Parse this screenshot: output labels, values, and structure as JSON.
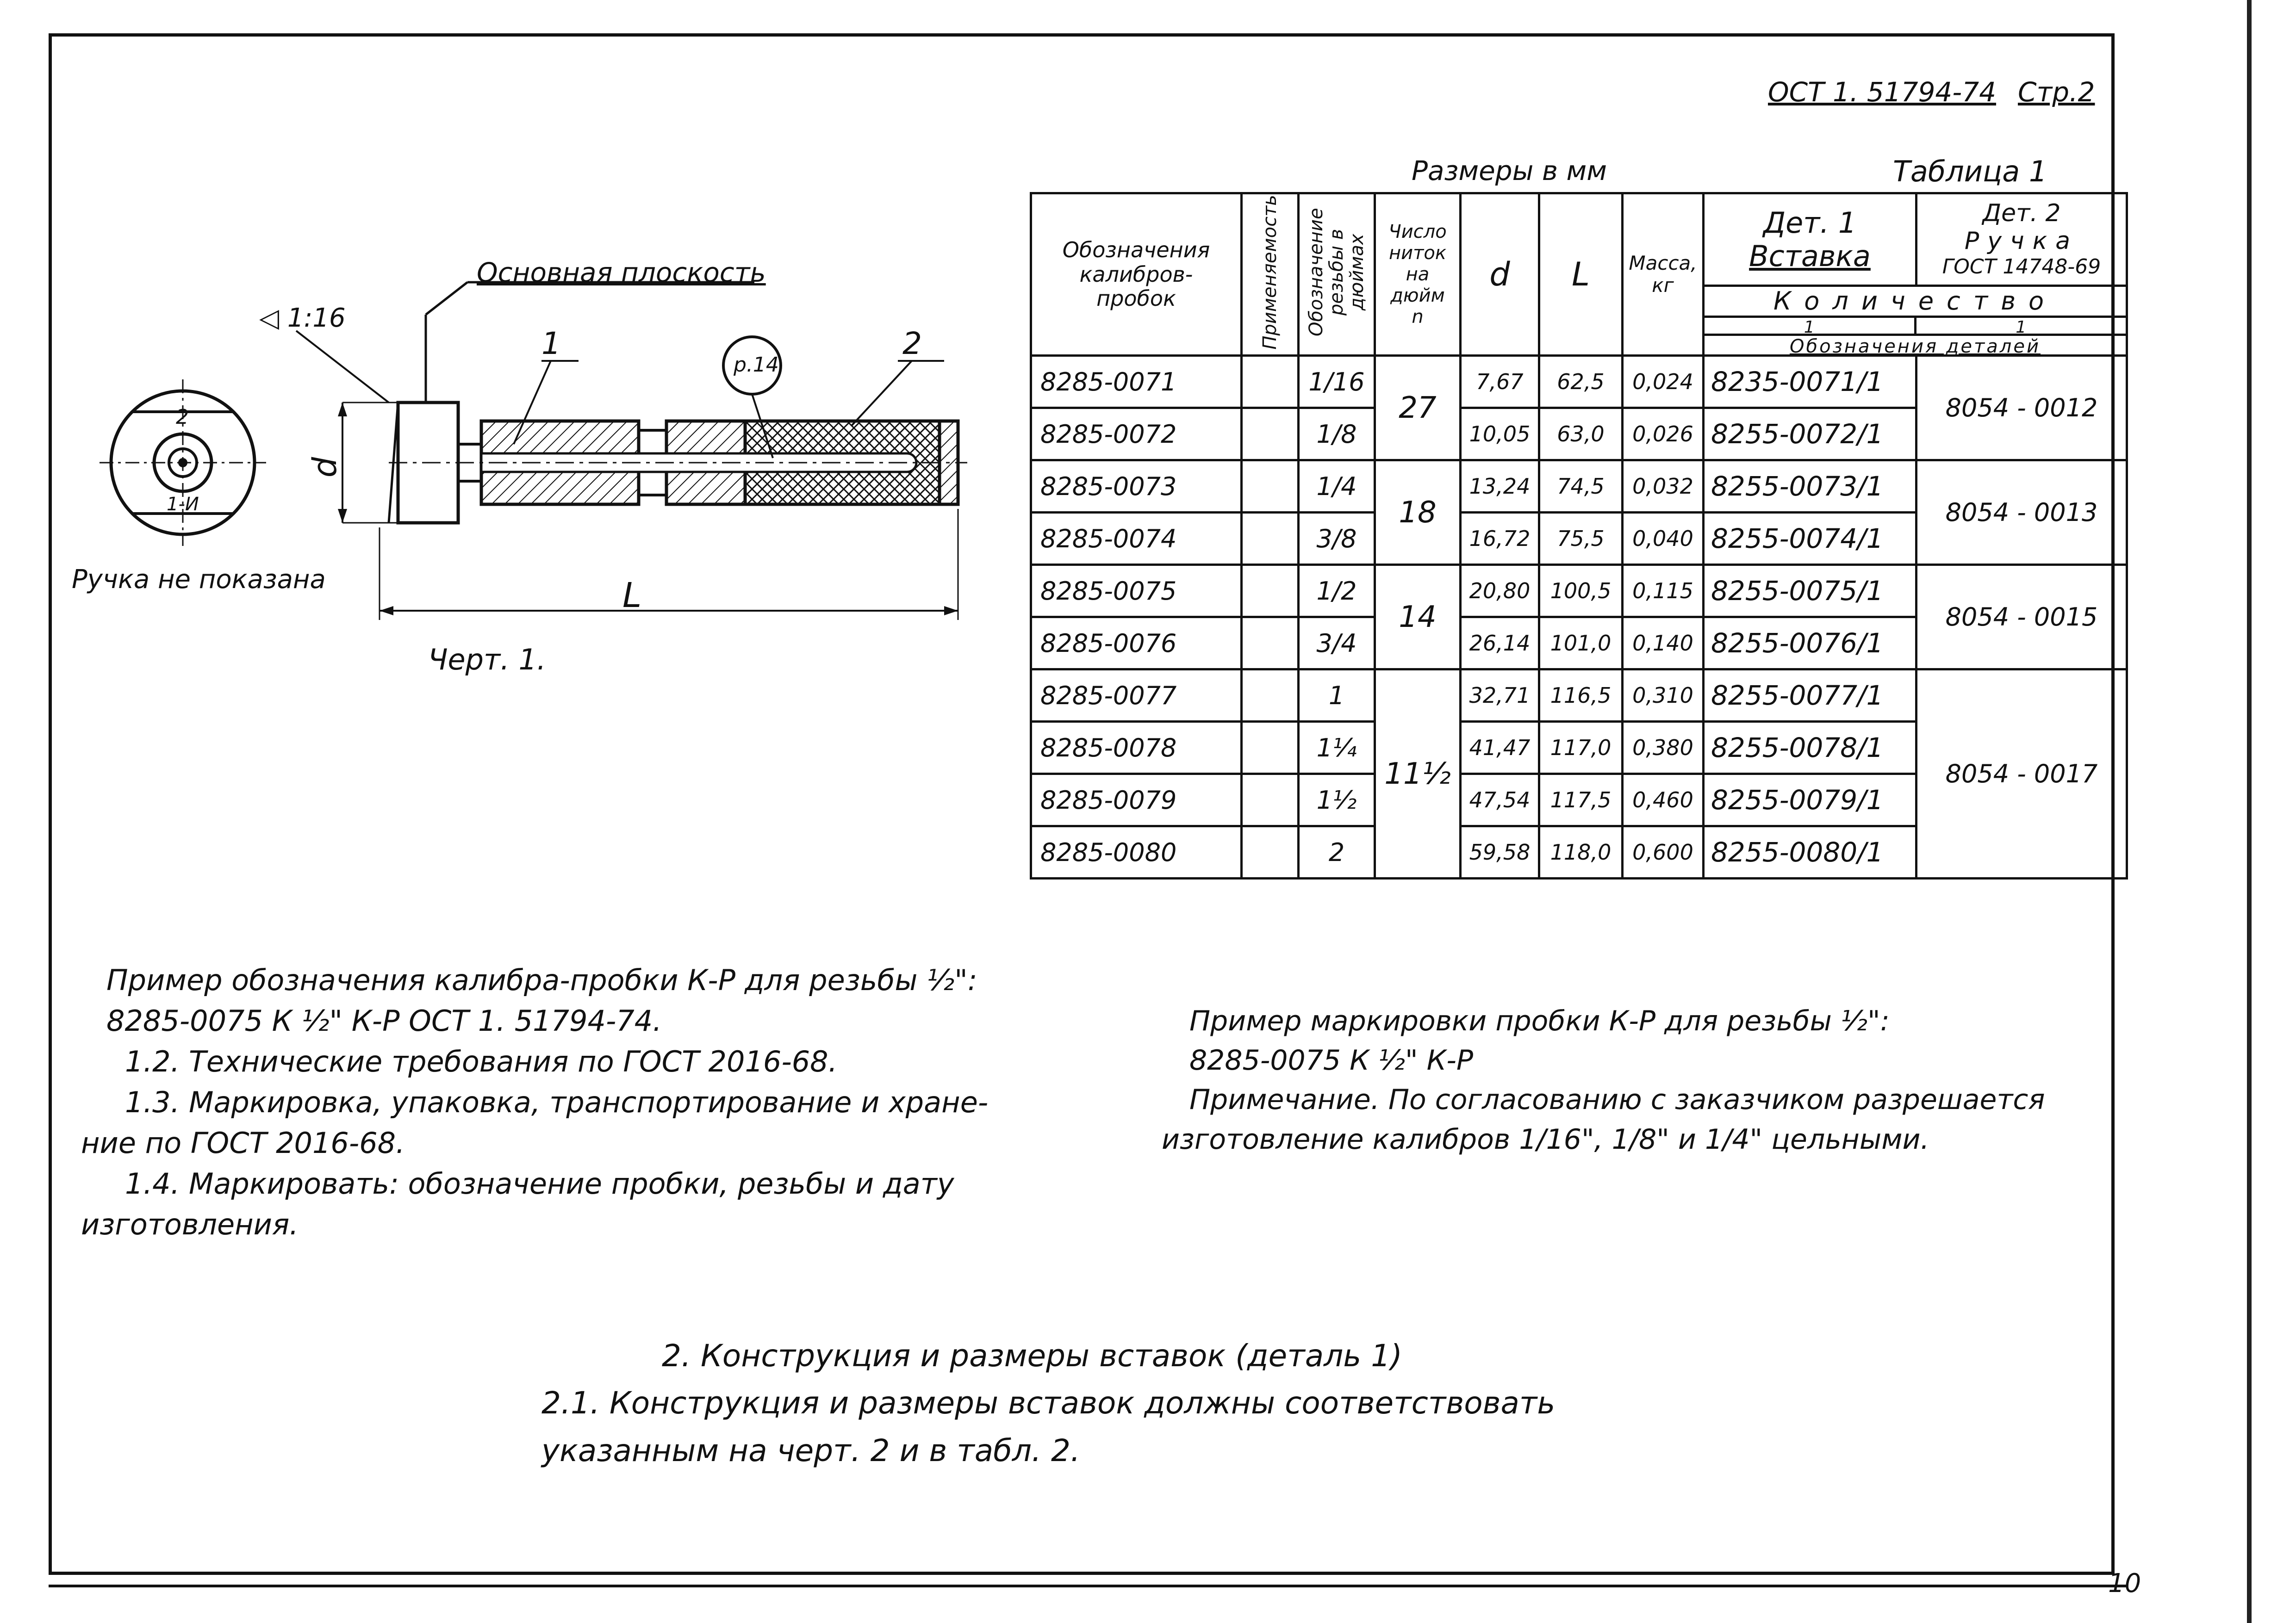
{
  "header": {
    "doc_code": "ОСТ 1. 51794-74",
    "page_label": "Стр.2"
  },
  "table_title": {
    "units": "Размеры в мм",
    "table_number": "Таблица 1"
  },
  "table": {
    "headers": {
      "designation": "Обозначения калибров-пробок",
      "applicability": "Применяемость",
      "thread_designation": "Обозначение резьбы в дюймах",
      "threads_per_inch": "Число ниток на дюйм n",
      "d": "d",
      "L": "L",
      "mass": "Масса, кг",
      "det1": "Дет. 1",
      "det1_name": "Вставка",
      "det2": "Дет. 2",
      "det2_name": "Ручка",
      "det2_std": "ГОСТ 14748-69",
      "quantity": "Количество",
      "qty1": "1",
      "qty2": "1",
      "parts_designation": "Обозначения деталей"
    },
    "rows": [
      {
        "code": "8285-0071",
        "thread": "1/16",
        "n": "27",
        "d": "7,67",
        "L": "62,5",
        "mass": "0,024",
        "det1": "8235-0071/1",
        "det2": "8054 - 0012"
      },
      {
        "code": "8285-0072",
        "thread": "1/8",
        "n": "",
        "d": "10,05",
        "L": "63,0",
        "mass": "0,026",
        "det1": "8255-0072/1",
        "det2": ""
      },
      {
        "code": "8285-0073",
        "thread": "1/4",
        "n": "18",
        "d": "13,24",
        "L": "74,5",
        "mass": "0,032",
        "det1": "8255-0073/1",
        "det2": "8054 - 0013"
      },
      {
        "code": "8285-0074",
        "thread": "3/8",
        "n": "",
        "d": "16,72",
        "L": "75,5",
        "mass": "0,040",
        "det1": "8255-0074/1",
        "det2": ""
      },
      {
        "code": "8285-0075",
        "thread": "1/2",
        "n": "14",
        "d": "20,80",
        "L": "100,5",
        "mass": "0,115",
        "det1": "8255-0075/1",
        "det2": "8054 - 0015"
      },
      {
        "code": "8285-0076",
        "thread": "3/4",
        "n": "",
        "d": "26,14",
        "L": "101,0",
        "mass": "0,140",
        "det1": "8255-0076/1",
        "det2": ""
      },
      {
        "code": "8285-0077",
        "thread": "1",
        "n": "11½",
        "d": "32,71",
        "L": "116,5",
        "mass": "0,310",
        "det1": "8255-0077/1",
        "det2": "8054 - 0017"
      },
      {
        "code": "8285-0078",
        "thread": "1¼",
        "n": "",
        "d": "41,47",
        "L": "117,0",
        "mass": "0,380",
        "det1": "8255-0078/1",
        "det2": ""
      },
      {
        "code": "8285-0079",
        "thread": "1½",
        "n": "",
        "d": "47,54",
        "L": "117,5",
        "mass": "0,460",
        "det1": "8255-0079/1",
        "det2": ""
      },
      {
        "code": "8285-0080",
        "thread": "2",
        "n": "",
        "d": "59,58",
        "L": "118,0",
        "mass": "0,600",
        "det1": "8255-0080/1",
        "det2": ""
      }
    ]
  },
  "drawing": {
    "taper": "◁ 1:16",
    "base_plane": "Основная плоскость",
    "part1": "1",
    "part2": "2",
    "knurl": "р.14",
    "d_label": "d",
    "L_label": "L",
    "end_mark_top": "2",
    "end_mark_bottom": "1-И",
    "handle_note": "Ручка не показана",
    "caption": "Черт. 1."
  },
  "left_notes": [
    "Пример обозначения калибра-пробки К-Р для резьбы ½\":",
    "8285-0075    К ½\"   К-Р    ОСТ 1. 51794-74.",
    "1.2. Технические требования по ГОСТ 2016-68.",
    "1.3. Маркировка, упаковка, транспортирование и хране-",
    "ние по ГОСТ 2016-68.",
    "1.4. Маркировать: обозначение пробки, резьбы и дату",
    "изготовления."
  ],
  "right_notes": [
    "Пример маркировки пробки К-Р для резьбы ½\":",
    "8285-0075    К ½\"   К-Р",
    "Примечание. По согласованию с заказчиком разрешается",
    "изготовление калибров 1/16\", 1/8\" и 1/4\" цельными."
  ],
  "section2": [
    "2. Конструкция и размеры вставок (деталь 1)",
    "2.1. Конструкция и размеры вставок должны соответствовать",
    "указанным на черт. 2 и в табл. 2."
  ],
  "footer": {
    "page_number": "10"
  }
}
